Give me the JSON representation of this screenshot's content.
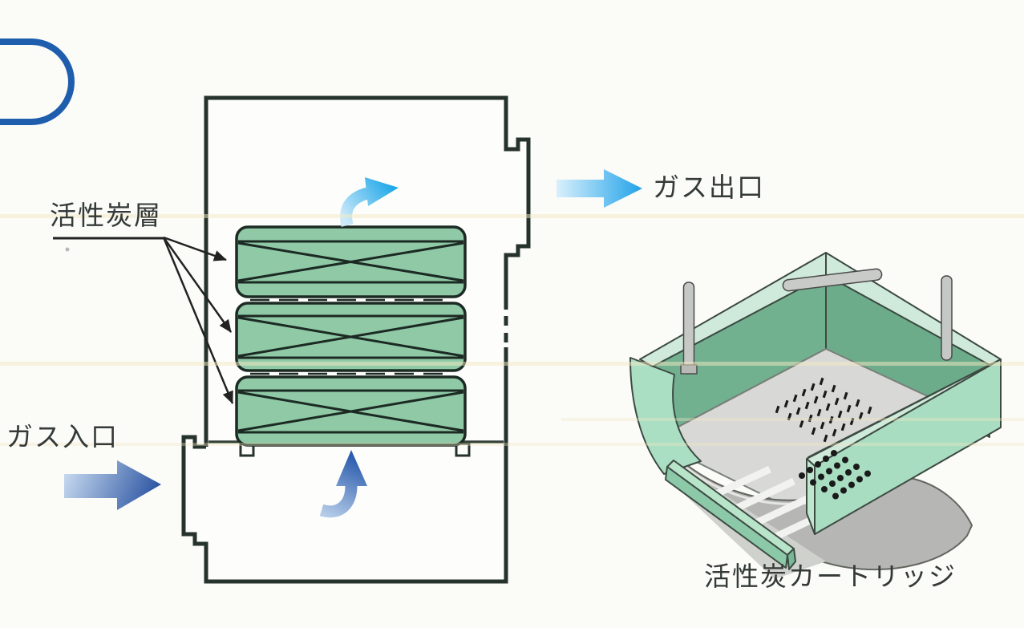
{
  "figure": {
    "type": "technical-diagram",
    "subject": "activated carbon gas filter vessel and cartridge",
    "vessel_diagram": {
      "carbon_layer_label": "活性炭層",
      "gas_inlet_label": "ガス入口",
      "gas_outlet_label": "ガス出口",
      "carbon_layers_count": 3,
      "flow_direction": "gas enters bottom left, passes up through three carbon layers, exits top right",
      "colors": {
        "vessel_outline": "#26332c",
        "carbon_layer_fill": "#8fc9a6",
        "inlet_arrow_dark": "#27509f",
        "inlet_arrow_light": "#c6d9ef",
        "outlet_arrow_cyan": "#23a3e9",
        "outlet_arrow_light": "#d9f0fc",
        "upper_flow_arrow": "#1ba6e8",
        "lower_flow_arrow": "#2b5cad"
      }
    },
    "cartridge_figure": {
      "caption": "活性炭カートリッジ",
      "colors": {
        "wall_outer_green": "#a9ddc1",
        "wall_inner_green": "#72b190",
        "rim_green": "#cfeadb",
        "floor_gray": "#d8d9d6",
        "plate_edge_gray": "#b6b7b4",
        "pin_gray": "#c6c8c5"
      }
    },
    "decoration": {
      "pill_outline_color": "#1e5ead"
    }
  }
}
